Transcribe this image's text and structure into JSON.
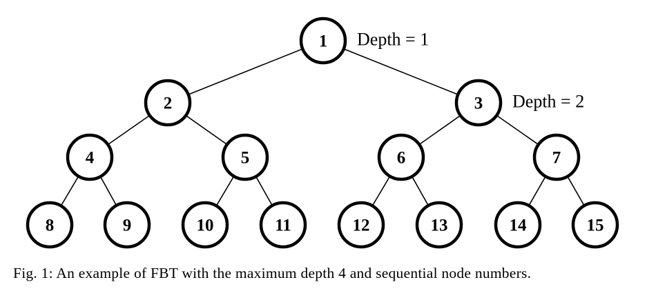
{
  "nodes": [
    "1",
    "2",
    "3",
    "4",
    "5",
    "6",
    "7",
    "8",
    "9",
    "10",
    "11",
    "12",
    "13",
    "14",
    "15"
  ],
  "edges": [
    [
      1,
      2
    ],
    [
      1,
      3
    ],
    [
      2,
      4
    ],
    [
      2,
      5
    ],
    [
      3,
      6
    ],
    [
      3,
      7
    ],
    [
      4,
      8
    ],
    [
      4,
      9
    ],
    [
      5,
      10
    ],
    [
      5,
      11
    ],
    [
      6,
      12
    ],
    [
      6,
      13
    ],
    [
      7,
      14
    ],
    [
      7,
      15
    ]
  ],
  "depth_labels": [
    {
      "node": 1,
      "text": "Depth = 1"
    },
    {
      "node": 3,
      "text": "Depth = 2"
    }
  ],
  "caption": "Fig. 1: An example of FBT with the maximum depth 4 and sequential node numbers."
}
